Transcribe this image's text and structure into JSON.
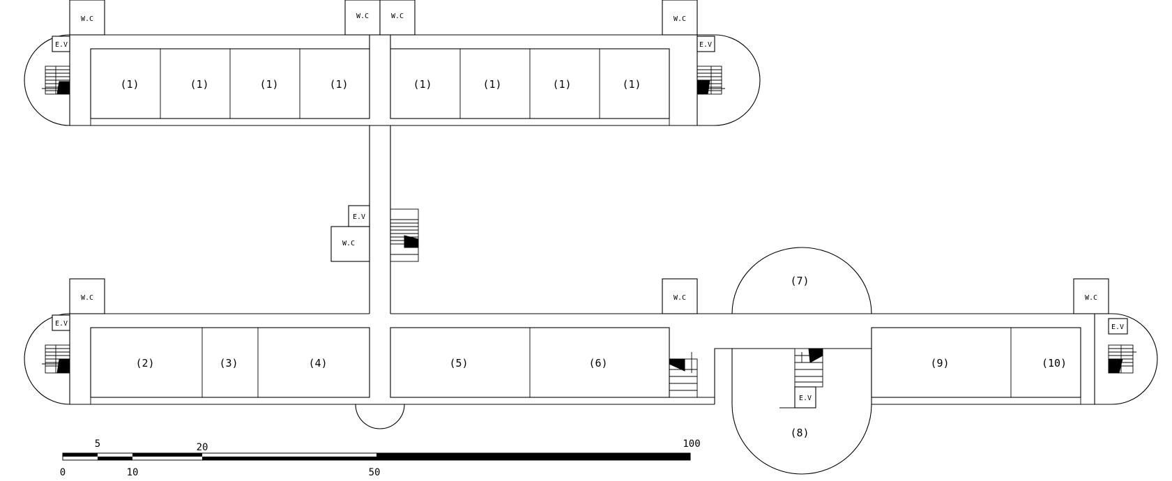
{
  "labels": {
    "office_room": "(1)",
    "room_2": "(2)",
    "room_3": "(3)",
    "room_4": "(4)",
    "room_5": "(5)",
    "room_6": "(6)",
    "room_7": "(7)",
    "room_8": "(8)",
    "room_9": "(9)",
    "room_10": "(10)",
    "wc": "W.C",
    "elevator": "E.V"
  },
  "scale_bar": {
    "top_ticks": [
      "5",
      "20",
      "100"
    ],
    "bottom_ticks": [
      "0",
      "10",
      "50"
    ]
  }
}
